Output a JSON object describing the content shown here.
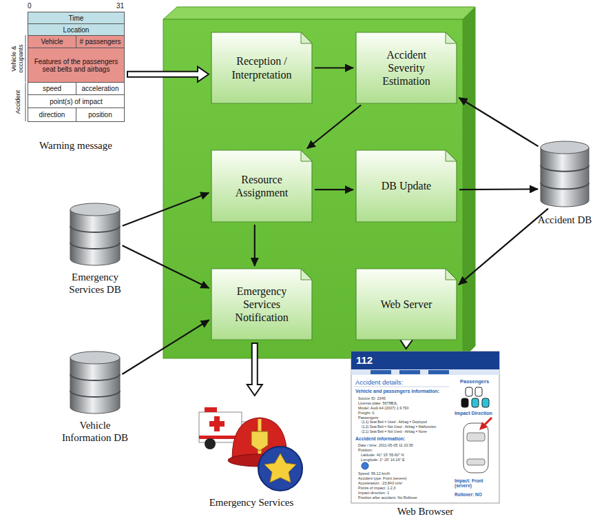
{
  "diagram": {
    "nodes": [
      {
        "text": [
          "Warning message"
        ]
      },
      {
        "text": [
          "Reception / Interpretation"
        ]
      },
      {
        "text": [
          "Accident Severity Estimation"
        ]
      },
      {
        "text": [
          "Resource Assignment"
        ]
      },
      {
        "text": [
          "DB Update"
        ]
      },
      {
        "text": [
          "Emergency Services Notification"
        ]
      },
      {
        "text": [
          "Web Server"
        ]
      },
      {
        "text": [
          "Accident DB"
        ]
      },
      {
        "text": [
          "Emergency Services DB"
        ]
      },
      {
        "text": [
          "Vehicle Information DB"
        ]
      },
      {
        "text": [
          "Emergency Services"
        ]
      },
      {
        "text": [
          "Web Browser"
        ]
      }
    ],
    "edges": [
      {
        "from": 0,
        "to": 1,
        "arrow": "to"
      },
      {
        "from": 1,
        "to": 2,
        "arrow": "to"
      },
      {
        "from": 2,
        "to": 3,
        "arrow": "to"
      },
      {
        "from": 3,
        "to": 4,
        "arrow": "to"
      },
      {
        "from": 3,
        "to": 5,
        "arrow": "to"
      },
      {
        "from": 4,
        "to": 7,
        "arrow": "to"
      },
      {
        "from": 7,
        "to": 2,
        "arrow": "to"
      },
      {
        "from": 7,
        "to": 6,
        "arrow": "to"
      },
      {
        "from": 8,
        "to": 3,
        "arrow": "to"
      },
      {
        "from": 8,
        "to": 5,
        "arrow": "to"
      },
      {
        "from": 9,
        "to": 5,
        "arrow": "to"
      },
      {
        "from": 5,
        "to": 10,
        "arrow": "to"
      },
      {
        "from": 6,
        "to": 11,
        "arrow": "to"
      }
    ],
    "labels": [
      "0",
      "31",
      "Time",
      "Location",
      "Vehicle",
      "# passengers",
      "Features of the passengers seat belts and airbags",
      "speed",
      "acceleration",
      "point(s) of impact",
      "direction",
      "position",
      "Vehicle & occupants",
      "Accident",
      "112",
      "Accident details:",
      "Vehicle and passengers information:",
      "Source ID: 2345",
      "License plate: 5678BJL",
      "Model: Audi A4 (2007) 1.9 TDI",
      "Freight: 0",
      "Passengers:",
      "(1,1) Seat Belt = Used - Airbag = Deployed",
      "(1,2) Seat Belt = Not Used - Airbag = Malfunction",
      "(2,1) Seat Belt = Not Used - Airbag = None",
      "Accident information:",
      "Date / time: 2011-05-05 11:10:35",
      "Position:",
      "Latitude: 41° 15' 55.60\" N",
      "Longitude: 1° 20' 14.16\" E",
      "Speed: 56.12 km/h",
      "Accident type: Front (severe)",
      "Acceleration: -23.843 m/s²",
      "Points of impact: 1,2,3",
      "Impact direction: 1",
      "Position after accident: No Rollover",
      "Passengers",
      "Impact Direction",
      "Impact: Front (severe)",
      "Rollover: NO"
    ]
  }
}
